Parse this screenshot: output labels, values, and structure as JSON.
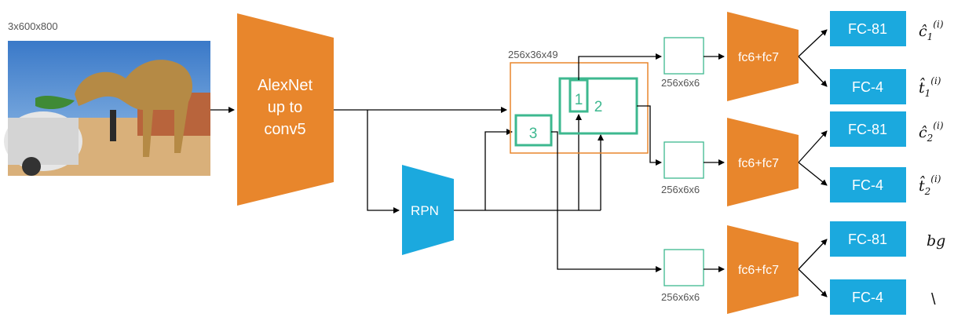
{
  "input": {
    "dims_label": "3x600x800",
    "image_description_icon": "camel-photo"
  },
  "backbone": {
    "line1": "AlexNet",
    "line2": "up to",
    "line3": "conv5"
  },
  "rpn": {
    "label": "RPN"
  },
  "feature_map": {
    "dims_label": "256x36x49",
    "roi_labels": [
      "1",
      "2",
      "3"
    ]
  },
  "pooled": {
    "dims_label": "256x6x6"
  },
  "heads": [
    {
      "fc_label": "fc6+fc7",
      "cls_label": "FC-81",
      "reg_label": "FC-4",
      "cls_out": "ĉ",
      "cls_sub": "1",
      "cls_sup": "(i)",
      "reg_out": "t̂",
      "reg_sub": "1",
      "reg_sup": "(i)"
    },
    {
      "fc_label": "fc6+fc7",
      "cls_label": "FC-81",
      "reg_label": "FC-4",
      "cls_out": "ĉ",
      "cls_sub": "2",
      "cls_sup": "(i)",
      "reg_out": "t̂",
      "reg_sub": "2",
      "reg_sup": "(i)"
    },
    {
      "fc_label": "fc6+fc7",
      "cls_label": "FC-81",
      "reg_label": "FC-4",
      "cls_out": "bg",
      "reg_out": "\\"
    }
  ],
  "colors": {
    "orange": "#E8862C",
    "blue": "#1BA9DE",
    "green": "#3DB88F",
    "arrow": "#000000"
  }
}
